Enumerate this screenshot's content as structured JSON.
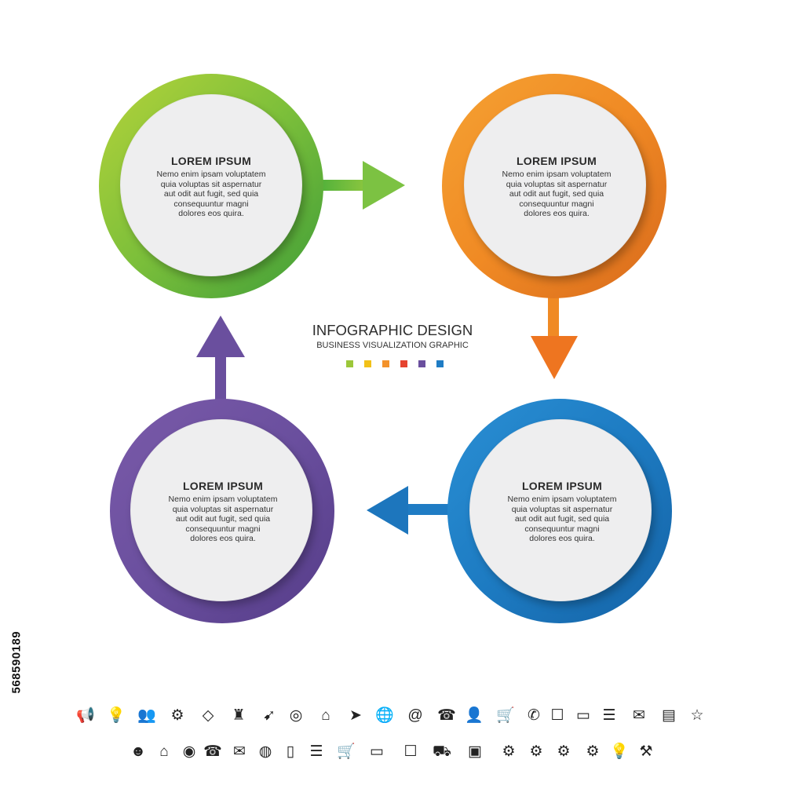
{
  "center": {
    "title": "INFOGRAPHIC DESIGN",
    "subtitle": "BUSINESS VISUALIZATION GRAPHIC",
    "swatches": [
      "#9cc73a",
      "#f2c118",
      "#f3922b",
      "#e5432f",
      "#6a4f9e",
      "#1f7cc4"
    ]
  },
  "cards": [
    {
      "title": "LOREM IPSUM",
      "body": "Nemo enim ipsam voluptatem\nquia voluptas sit aspernatur\naut odit aut fugit, sed quia\nconsequuntur magni\ndolores eos quira.",
      "color": "#7cbf3a"
    },
    {
      "title": "LOREM IPSUM",
      "body": "Nemo enim ipsam voluptatem\nquia voluptas sit aspernatur\naut odit aut fugit, sed quia\nconsequuntur magni\ndolores eos quira.",
      "color": "#f08a24"
    },
    {
      "title": "LOREM IPSUM",
      "body": "Nemo enim ipsam voluptatem\nquia voluptas sit aspernatur\naut odit aut fugit, sed quia\nconsequuntur magni\ndolores eos quira.",
      "color": "#1d7bc2"
    },
    {
      "title": "LOREM IPSUM",
      "body": "Nemo enim ipsam voluptatem\nquia voluptas sit aspernatur\naut odit aut fugit, sed quia\nconsequuntur magni\ndolores eos quira.",
      "color": "#6a4f9e"
    }
  ],
  "stock_id": "568590189",
  "icons_row1": [
    "megaphone-icon",
    "lightbulb-icon",
    "team-icon",
    "gears-icon",
    "diamond-icon",
    "chess-icon",
    "rocket-icon",
    "target-icon",
    "home-icon",
    "paper-plane-icon",
    "globe-icon",
    "at-sign-icon",
    "phone-icon",
    "user-icon",
    "cart-icon",
    "support-24-icon",
    "delivery-box-icon",
    "wallet-icon",
    "receipt-icon",
    "chat-icon",
    "money-icon",
    "rating-icon"
  ],
  "icons_row2": [
    "user-solid-icon",
    "home-solid-icon",
    "location-pin-icon",
    "phone-solid-icon",
    "mail-icon",
    "globe-solid-icon",
    "smartphone-icon",
    "document-list-icon",
    "basket-icon",
    "credit-card-icon",
    "open-box-icon",
    "truck-icon",
    "hand-box-icon",
    "gear-solid-icon",
    "gear-circle-icon",
    "gears-solid-icon",
    "gear-user-icon",
    "idea-gear-icon",
    "tools-icon"
  ]
}
